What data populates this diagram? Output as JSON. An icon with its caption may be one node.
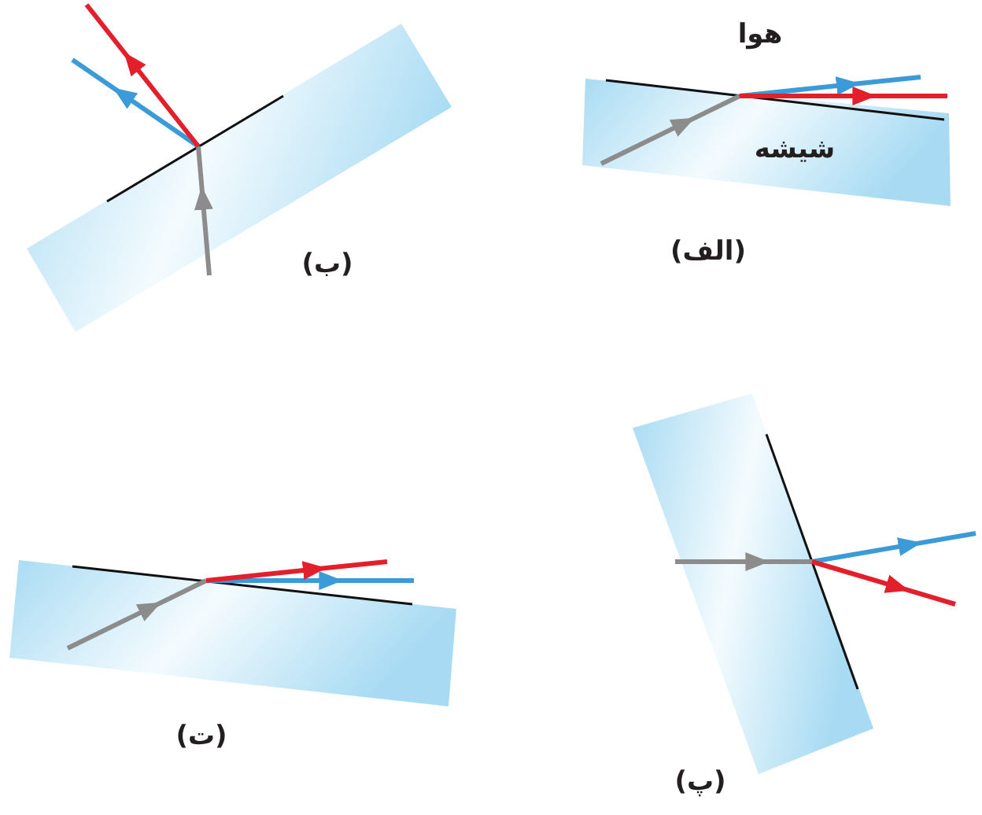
{
  "diagram": {
    "labels": [
      "هوا",
      "شیشه",
      "(الف)",
      "(ب)",
      "(پ)",
      "(ت)"
    ]
  }
}
